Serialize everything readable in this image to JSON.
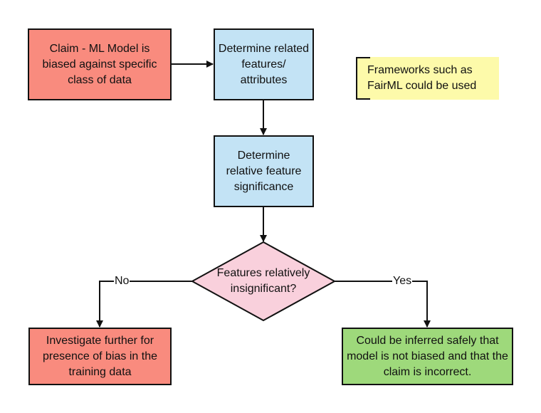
{
  "diagram": {
    "type": "flowchart",
    "nodes": {
      "claim": {
        "text": "Claim - ML Model is biased against specific class of data",
        "shape": "rectangle",
        "color": "#f98b7e"
      },
      "related_features": {
        "text": "Determine related features/ attributes",
        "shape": "rectangle",
        "color": "#c3e3f5"
      },
      "note": {
        "text": "Frameworks such as FairML could be used",
        "shape": "annotation",
        "color": "#fdfaaa"
      },
      "relative_significance": {
        "text": "Determine relative feature significance",
        "shape": "rectangle",
        "color": "#c3e3f5"
      },
      "decision": {
        "text": "Features relatively insignificant?",
        "shape": "diamond",
        "color": "#f9d0dc"
      },
      "investigate": {
        "text": "Investigate further for presence of bias in the training data",
        "shape": "rectangle",
        "color": "#f98b7e"
      },
      "not_biased": {
        "text": "Could be inferred safely that model is not biased and that the claim is incorrect.",
        "shape": "rectangle",
        "color": "#9ed97b"
      }
    },
    "edges": [
      {
        "from": "claim",
        "to": "related_features",
        "label": ""
      },
      {
        "from": "related_features",
        "to": "relative_significance",
        "label": ""
      },
      {
        "from": "relative_significance",
        "to": "decision",
        "label": ""
      },
      {
        "from": "decision",
        "to": "investigate",
        "label": "No"
      },
      {
        "from": "decision",
        "to": "not_biased",
        "label": "Yes"
      }
    ]
  }
}
